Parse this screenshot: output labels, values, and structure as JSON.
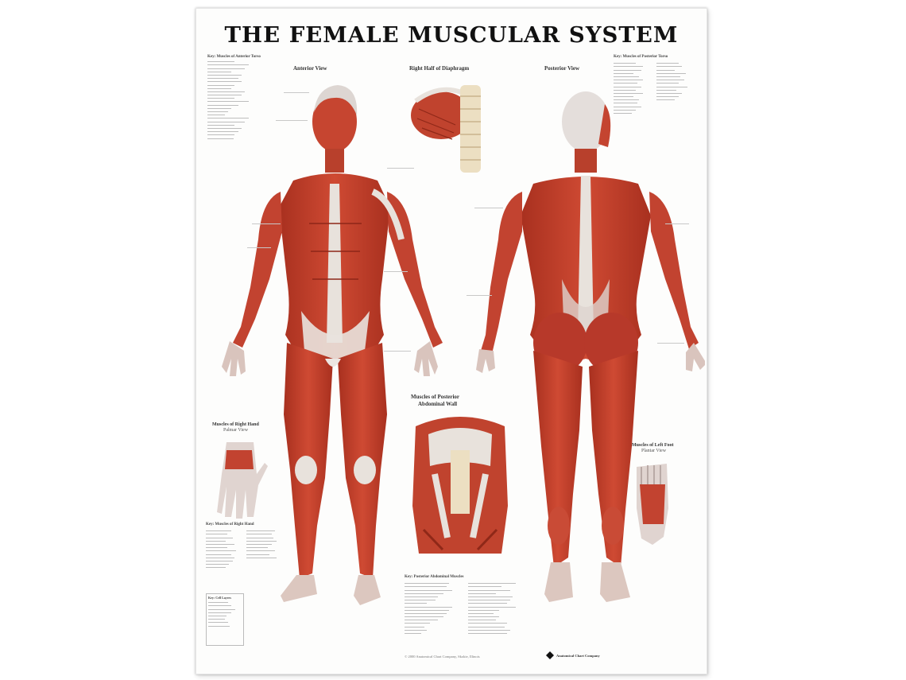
{
  "poster": {
    "title": "THE FEMALE MUSCULAR SYSTEM",
    "sections": {
      "anterior": "Anterior View",
      "diaphragm": "Right Half of Diaphragm",
      "posterior": "Posterior View",
      "abdominal_wall_line1": "Muscles of Posterior",
      "abdominal_wall_line2": "Abdominal Wall",
      "right_hand": "Muscles of Right Hand",
      "right_hand_sub": "Palmar View",
      "left_foot": "Muscles of Left Foot",
      "left_foot_sub": "Plantar View"
    },
    "keys": {
      "anterior_key": "Key: Muscles of Anterior Torso",
      "posterior_key": "Key: Muscles of Posterior Torso",
      "hand_key": "Key: Muscles of Right Hand",
      "abdominal_key": "Key: Posterior Abdominal Muscles",
      "table_key": "Key: Cell Layers"
    },
    "footer_text": "© 2000 Anatomical Chart Company, Skokie, Illinois",
    "publisher": "Anatomical Chart Company",
    "colors": {
      "muscle": "#c8402c",
      "muscle_dark": "#9e2a1c",
      "tendon": "#e8e2dc",
      "bone": "#efe2c6",
      "text": "#111111"
    }
  }
}
